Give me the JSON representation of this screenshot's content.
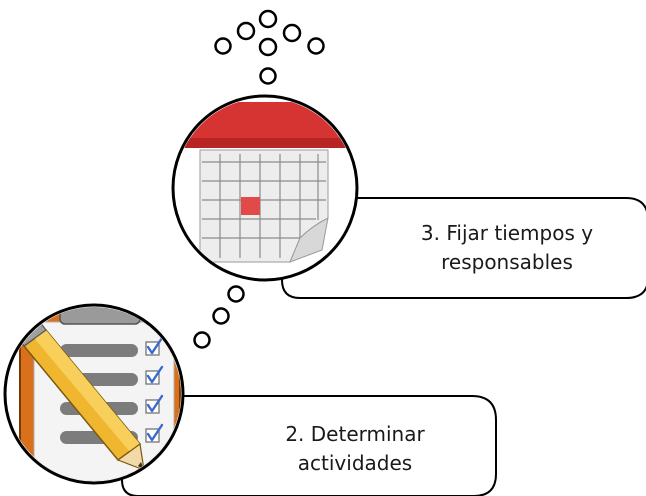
{
  "steps": [
    {
      "number": "3.",
      "line1": "Fijar tiempos y",
      "line2": "responsables",
      "icon": "calendar-icon"
    },
    {
      "number": "2.",
      "line1": "Determinar",
      "line2": "actividades",
      "icon": "checklist-icon"
    }
  ],
  "colors": {
    "stroke": "#000000",
    "calendar_header": "#d63333",
    "calendar_grid": "#8c8c8c",
    "calendar_cell": "#ededed",
    "calendar_highlight": "#e24a4a",
    "clipboard_board": "#d8701c",
    "paper": "#f4f4f4",
    "bar": "#7c7c7c",
    "check": "#3a6ad0",
    "pencil": "#f0b630"
  }
}
